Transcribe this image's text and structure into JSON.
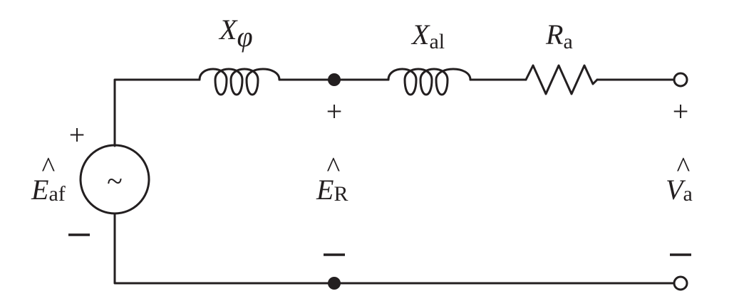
{
  "components": {
    "source": {
      "symbol": "E",
      "hat": "^",
      "subscript": "af",
      "glyph": "~",
      "plus": "+"
    },
    "x_phi": {
      "symbol": "X",
      "subscript": "φ"
    },
    "x_al": {
      "symbol": "X",
      "subscript": "al"
    },
    "r_a": {
      "symbol": "R",
      "subscript": "a"
    },
    "e_r": {
      "symbol": "E",
      "hat": "^",
      "subscript": "R",
      "plus": "+"
    },
    "v_a": {
      "symbol": "V",
      "hat": "^",
      "subscript": "a",
      "plus": "+"
    }
  }
}
